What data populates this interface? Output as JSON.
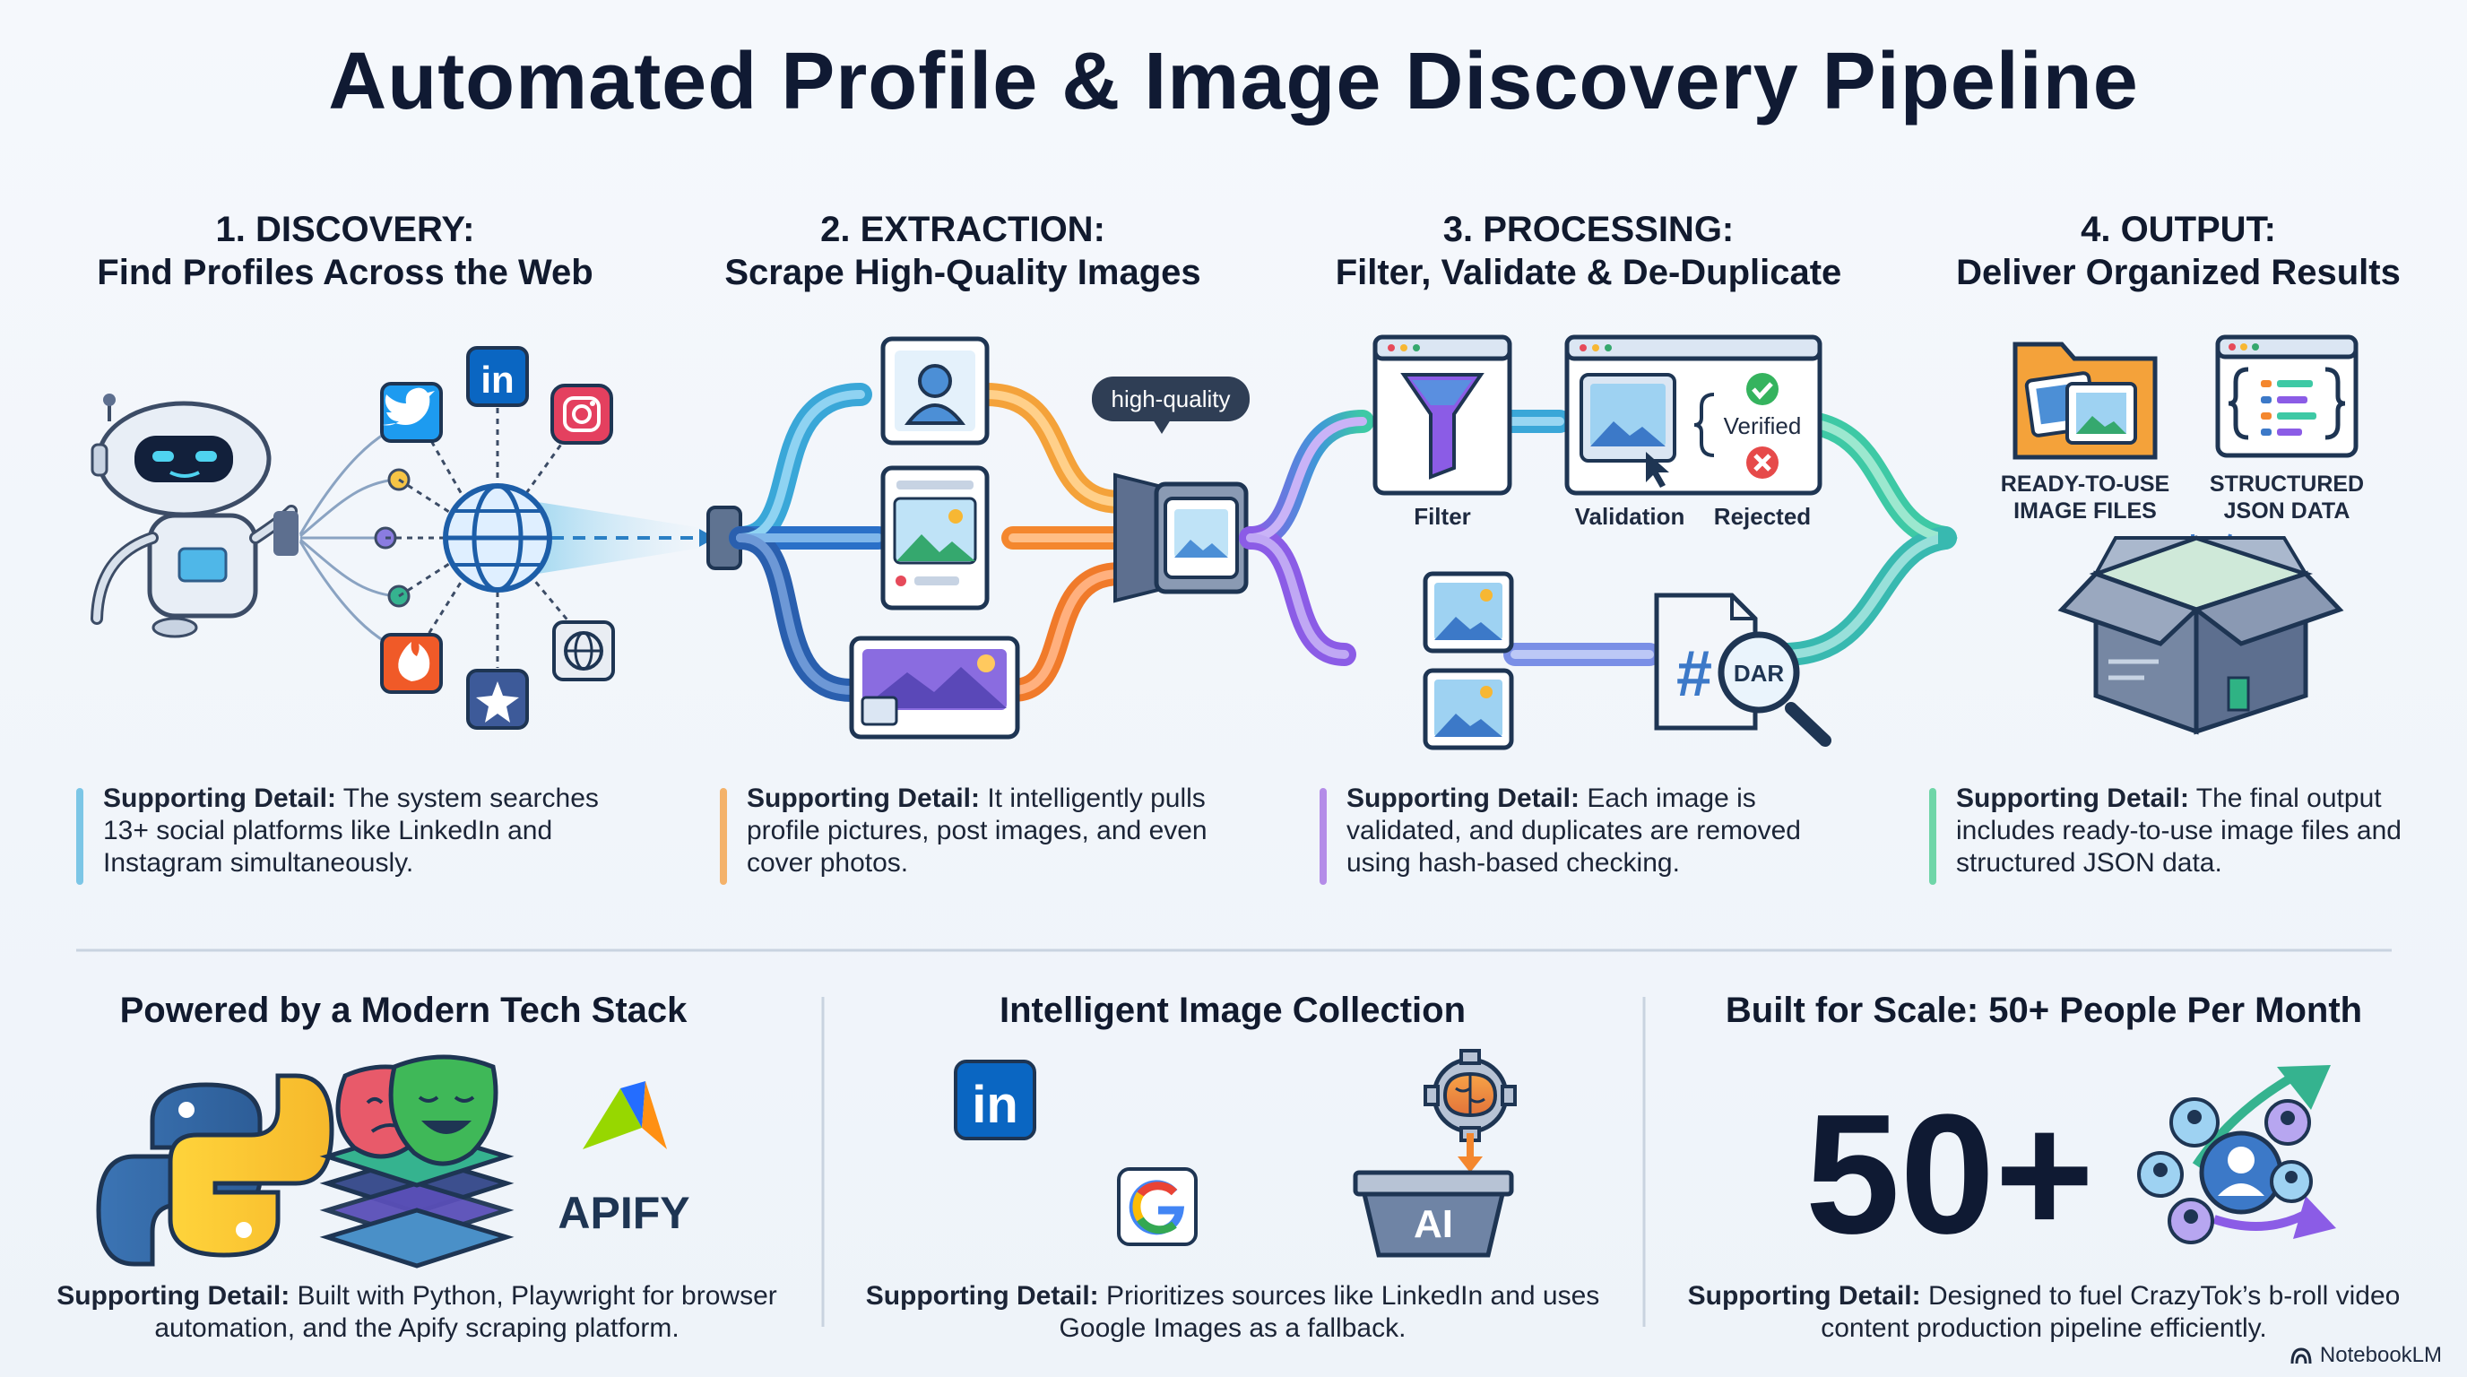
{
  "title": "Automated Profile & Image Discovery Pipeline",
  "stages": [
    {
      "number_title": "1. DISCOVERY:",
      "subtitle": "Find Profiles Across the Web",
      "detail_label": "Supporting Detail:",
      "detail_text": "The system searches 13+ social platforms like LinkedIn and Instagram simultaneously.",
      "color": "#7cc6e6"
    },
    {
      "number_title": "2. EXTRACTION:",
      "subtitle": "Scrape High-Quality Images",
      "detail_label": "Supporting Detail:",
      "detail_text": "It intelligently pulls profile pictures, post images, and even cover photos.",
      "color": "#f4b26a"
    },
    {
      "number_title": "3. PROCESSING:",
      "subtitle": "Filter, Validate & De-Duplicate",
      "detail_label": "Supporting Detail:",
      "detail_text": "Each image is validated, and duplicates are removed using hash-based checking.",
      "color": "#b48ce8"
    },
    {
      "number_title": "4. OUTPUT:",
      "subtitle": "Deliver Organized Results",
      "detail_label": "Supporting Detail:",
      "detail_text": "The final output includes ready-to-use image files and structured JSON data.",
      "color": "#6fd6a8"
    }
  ],
  "diagram_labels": {
    "high_quality": "high-quality",
    "filter": "Filter",
    "validation": "Validation",
    "verified": "Verified",
    "rejected": "Rejected",
    "hash_tag": "#",
    "hash_text": "DAR",
    "ready_files_1": "READY-TO-USE",
    "ready_files_2": "IMAGE FILES",
    "json_1": "STRUCTURED",
    "json_2": "JSON DATA",
    "linkedin_icon_text": "in",
    "apify_text": "APIFY",
    "ai_text": "AI",
    "google_letter": "G"
  },
  "bottom_sections": [
    {
      "title": "Powered by a Modern Tech Stack",
      "detail_label": "Supporting Detail:",
      "detail_text": "Built with Python, Playwright for browser automation, and the Apify scraping platform."
    },
    {
      "title": "Intelligent Image Collection",
      "detail_label": "Supporting Detail:",
      "detail_text": "Prioritizes sources like LinkedIn and uses Google Images as a fallback."
    },
    {
      "title": "Built for Scale: 50+ People Per Month",
      "big_number": "50+",
      "detail_label": "Supporting Detail:",
      "detail_text": "Designed to fuel CrazyTok’s b-roll video content production pipeline efficiently."
    }
  ],
  "watermark": "NotebookLM",
  "icons": [
    "robot-icon",
    "globe-icon",
    "twitter-icon",
    "linkedin-icon",
    "instagram-icon",
    "flame-icon",
    "star-icon",
    "web-icon",
    "funnel-icon",
    "check-icon",
    "x-icon",
    "magnifier-icon",
    "folder-icon",
    "json-icon",
    "box-icon",
    "python-icon",
    "playwright-icon",
    "apify-icon",
    "google-icon",
    "brain-gear-icon",
    "people-icon"
  ]
}
